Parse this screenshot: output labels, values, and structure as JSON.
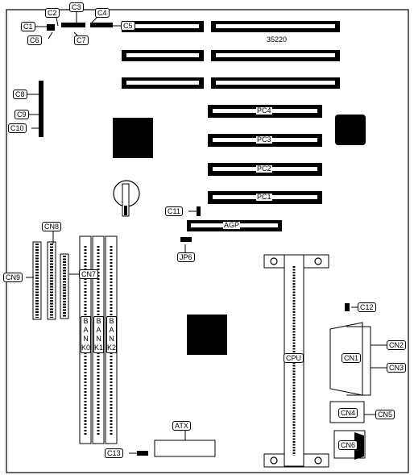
{
  "board_id": "35220",
  "connector_labels": {
    "c1": "C1",
    "c2": "C2",
    "c3": "C3",
    "c4": "C4",
    "c5": "C5",
    "c6": "C6",
    "c7": "C7",
    "c8": "C8",
    "c9": "C9",
    "c10": "C10",
    "c11": "C11",
    "c12": "C12",
    "c13": "C13",
    "cn1": "CN1",
    "cn2": "CN2",
    "cn3": "CN3",
    "cn4": "CN4",
    "cn5": "CN5",
    "cn6": "CN6",
    "cn7": "CN7",
    "cn8": "CN8",
    "cn9": "CN9",
    "jp6": "JP6",
    "atx": "ATX",
    "cpu": "CPU",
    "agp": "AGP"
  },
  "pci_slots": [
    "PC4",
    "PC3",
    "PC2",
    "PC1"
  ],
  "memory_banks": [
    "BANK0",
    "BANK1",
    "BANK2"
  ]
}
